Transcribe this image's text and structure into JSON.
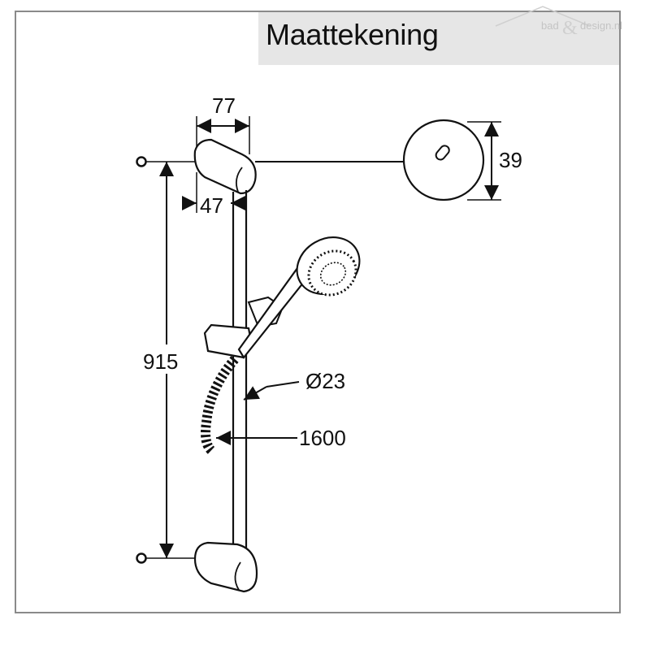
{
  "title": "Maattekening",
  "watermark": {
    "left": "bad",
    "amp": "&",
    "right": "design.nl"
  },
  "dimensions": {
    "holder_width": "77",
    "wall_offset": "47",
    "holder_diameter": "39",
    "rail_length": "915",
    "rail_diameter": "Ø23",
    "hose_length": "1600"
  },
  "colors": {
    "line": "#111111",
    "frame": "#8a8a8a",
    "title_bg": "#e6e6e6"
  }
}
